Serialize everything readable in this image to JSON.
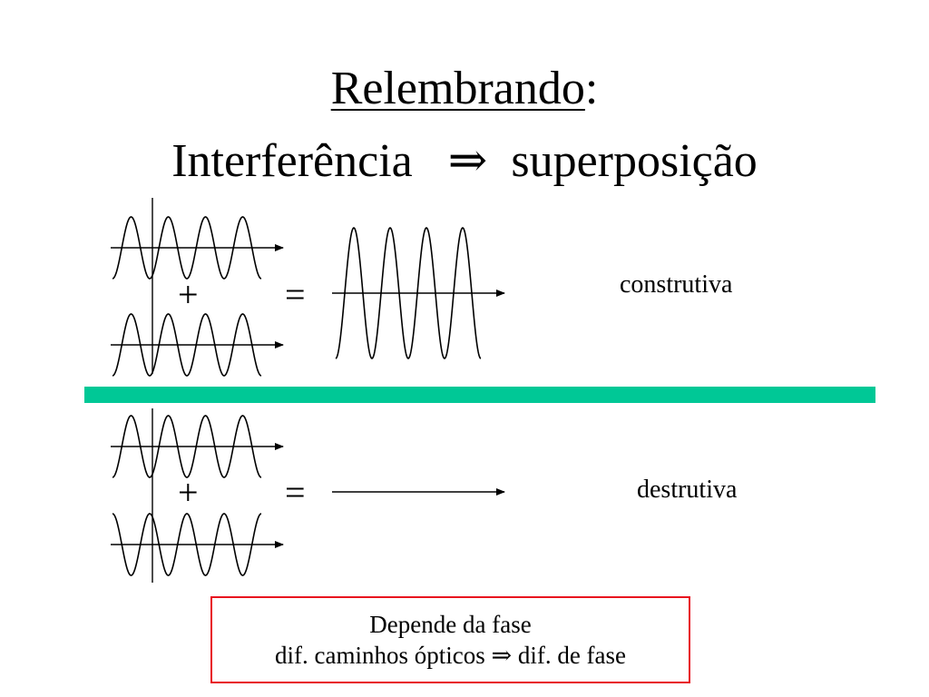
{
  "title": {
    "word": "Relembrando",
    "colon": ":",
    "line2_left": "Interferência",
    "arrow": "⇒",
    "line2_right": "superposição"
  },
  "constructive": {
    "plus": "+",
    "equals": "=",
    "label": "construtiva"
  },
  "destructive": {
    "plus": "+",
    "equals": "=",
    "label": "destrutiva"
  },
  "note": {
    "line1": "Depende da fase",
    "line2": "dif. caminhos ópticos ⇒ dif. de fase"
  },
  "colors": {
    "divider": "#00c896",
    "note_border": "#e8101e",
    "ink": "#000000"
  }
}
